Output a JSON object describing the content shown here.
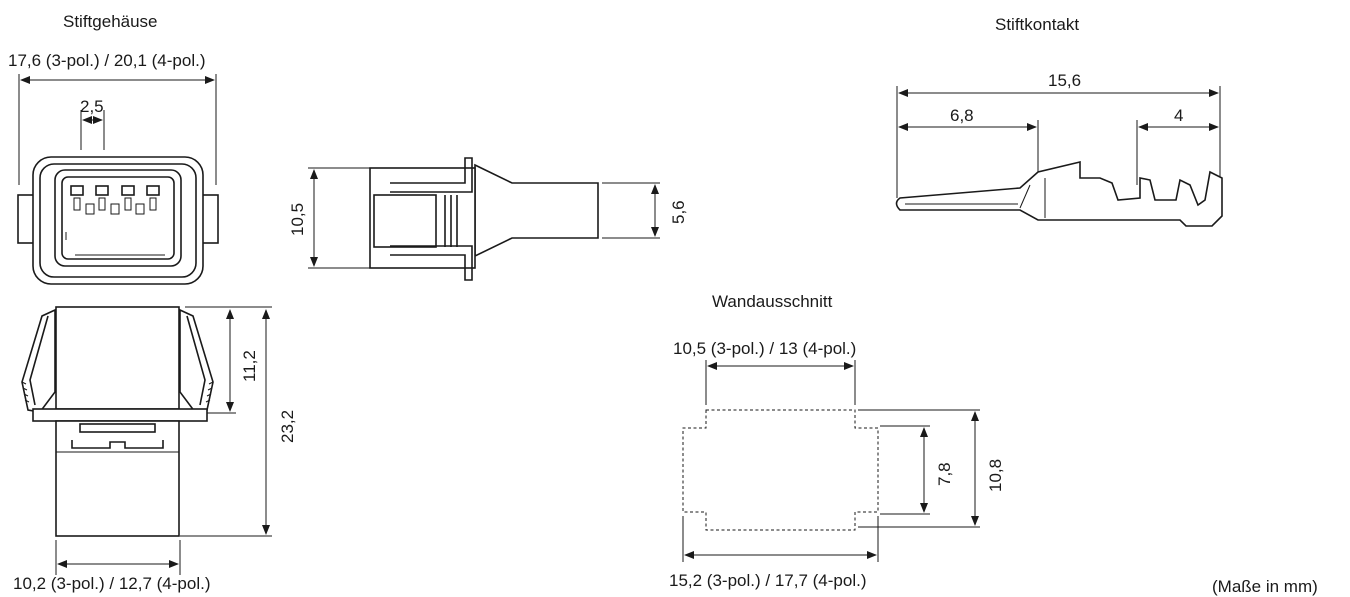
{
  "titles": {
    "pin_housing": "Stiftgehäuse",
    "pin_contact": "Stiftkontakt",
    "panel_cutout": "Wandausschnitt"
  },
  "dimensions": {
    "housing_width": "17,6 (3-pol.) / 20,1 (4-pol.)",
    "pitch": "2,5",
    "housing_bottom_width": "10,2 (3-pol.) / 12,7 (4-pol.)",
    "lower_height": "11,2",
    "total_height": "23,2",
    "side_height": "10,5",
    "side_tail": "5,6",
    "contact_length": "15,6",
    "contact_pin": "6,8",
    "contact_crimp": "4",
    "cutout_top": "10,5 (3-pol.) / 13 (4-pol.)",
    "cutout_bottom": "15,2 (3-pol.) / 17,7 (4-pol.)",
    "cutout_inner_height": "7,8",
    "cutout_height": "10,8"
  },
  "note": "(Maße in mm)"
}
